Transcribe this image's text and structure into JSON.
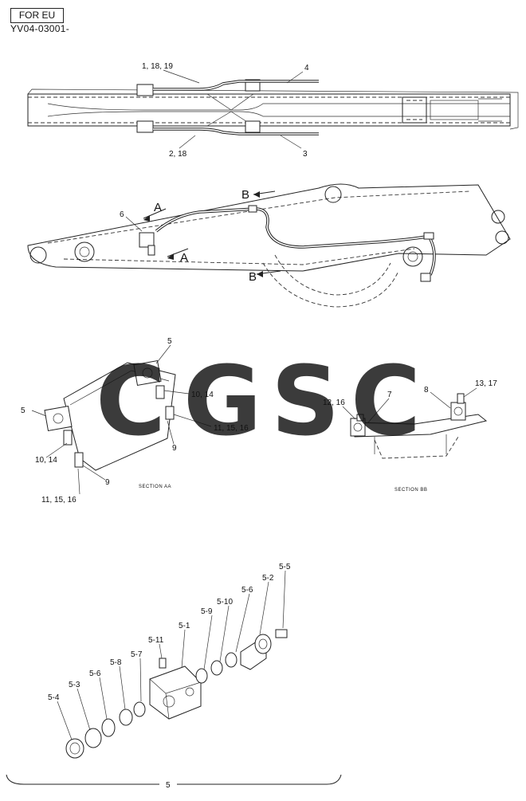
{
  "header": {
    "region_tag": "FOR EU",
    "drawing_code": "YV04-03001-"
  },
  "top_view": {
    "callouts": [
      "1, 18, 19",
      "4",
      "2, 18",
      "3"
    ]
  },
  "side_view": {
    "callouts": [
      "6",
      "A",
      "A",
      "B",
      "B"
    ]
  },
  "section_aa": {
    "title": "SECTION AA",
    "callouts": [
      "5",
      "10, 14",
      "11, 15, 16",
      "9",
      "5",
      "10, 14",
      "9",
      "11, 15, 16"
    ]
  },
  "section_bb": {
    "title": "SECTION BB",
    "callouts": [
      "8",
      "13, 17",
      "12, 16",
      "7"
    ]
  },
  "exploded": {
    "callouts": [
      "5-5",
      "5-2",
      "5-6",
      "5-10",
      "5-9",
      "5-1",
      "5-11",
      "5-7",
      "5-8",
      "5-6",
      "5-3",
      "5-4"
    ],
    "assembly_label": "5"
  },
  "watermark": {
    "letters": [
      {
        "char": "C",
        "color": "#4f8df0"
      },
      {
        "char": "G",
        "color": "#f2877b"
      },
      {
        "char": "S",
        "color": "#fbd267"
      },
      {
        "char": "C",
        "color": "#3fb07e"
      }
    ]
  }
}
